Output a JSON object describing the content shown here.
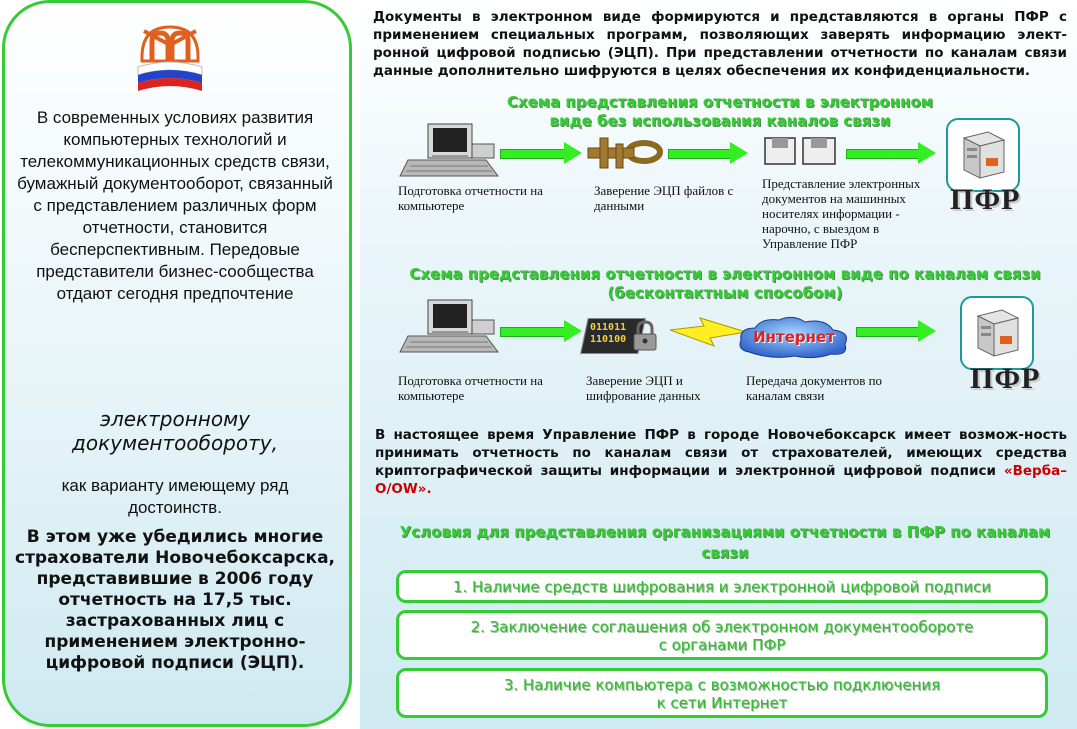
{
  "left": {
    "main_text": "В современных условиях развития компьютерных технологий и телекоммуникационных средств связи, бумажный документооборот, связанный с представлением различных форм отчетности, становится бесперспективным. Передовые представители бизнес-сообщества отдают сегодня предпочтение",
    "italic_text": "электронному документообороту,",
    "sub_text": "как варианту имеющему ряд достоинств.",
    "bold_text": "В этом уже убедились многие страхователи Новочебоксарска, представившие в 2006 году отчетность на 17,5 тыс. застрахованных лиц с применением электронно-цифровой подписи (ЭЦП)."
  },
  "top_paragraph": "Документы в электронном виде формируются и представляются в органы ПФР с применением специальных программ, позволяющих заверять информацию элект-ронной цифровой подписью (ЭЦП). При представлении отчетности по каналам связи данные дополнительно шифруются в целях обеспечения их конфиденциальности.",
  "scheme1": {
    "title_line1": "Схема представления отчетности в электронном",
    "title_line2": "виде без использования каналов связи",
    "step1": "Подготовка отчетности на компьютере",
    "step2": "Заверение ЭЦП файлов с данными",
    "step3": "Представление электронных документов на машинных носителях информации - нарочно, с выездом в Управление ПФР",
    "target": "ПФР"
  },
  "scheme2": {
    "title_line1": "Схема представления отчетности в электронном виде по каналам связи",
    "title_line2": "(бесконтактным способом)",
    "step1": "Подготовка отчетности на компьютере",
    "step2": "Заверение ЭЦП и шифрование данных",
    "step3": "Передача документов по каналам связи",
    "internet_label": "Интернет",
    "binary_text": "011011 110100",
    "target": "ПФР"
  },
  "middle_paragraph": {
    "text": "В настоящее время Управление ПФР в городе Новочебоксарск имеет возмож-ность принимать отчетность по каналам связи от страхователей, имеющих средства криптографической защиты информации и электронной цифровой подписи",
    "highlight": "«Верба–O/OW»."
  },
  "conditions": {
    "title": "Условия для представления организациями отчетности в ПФР по каналам связи",
    "item1": "1. Наличие средств шифрования и электронной цифровой подписи",
    "item2_line1": "2. Заключение соглашения об электронном документообороте",
    "item2_line2": "с органами ПФР",
    "item3_line1": "3. Наличие компьютера с возможностью подключения",
    "item3_line2": "к сети Интернет"
  },
  "colors": {
    "accent_green": "#33cc33",
    "arrow_green": "#33ee22",
    "teal_border": "#1a9a9a",
    "highlight_red": "#cc0000"
  }
}
